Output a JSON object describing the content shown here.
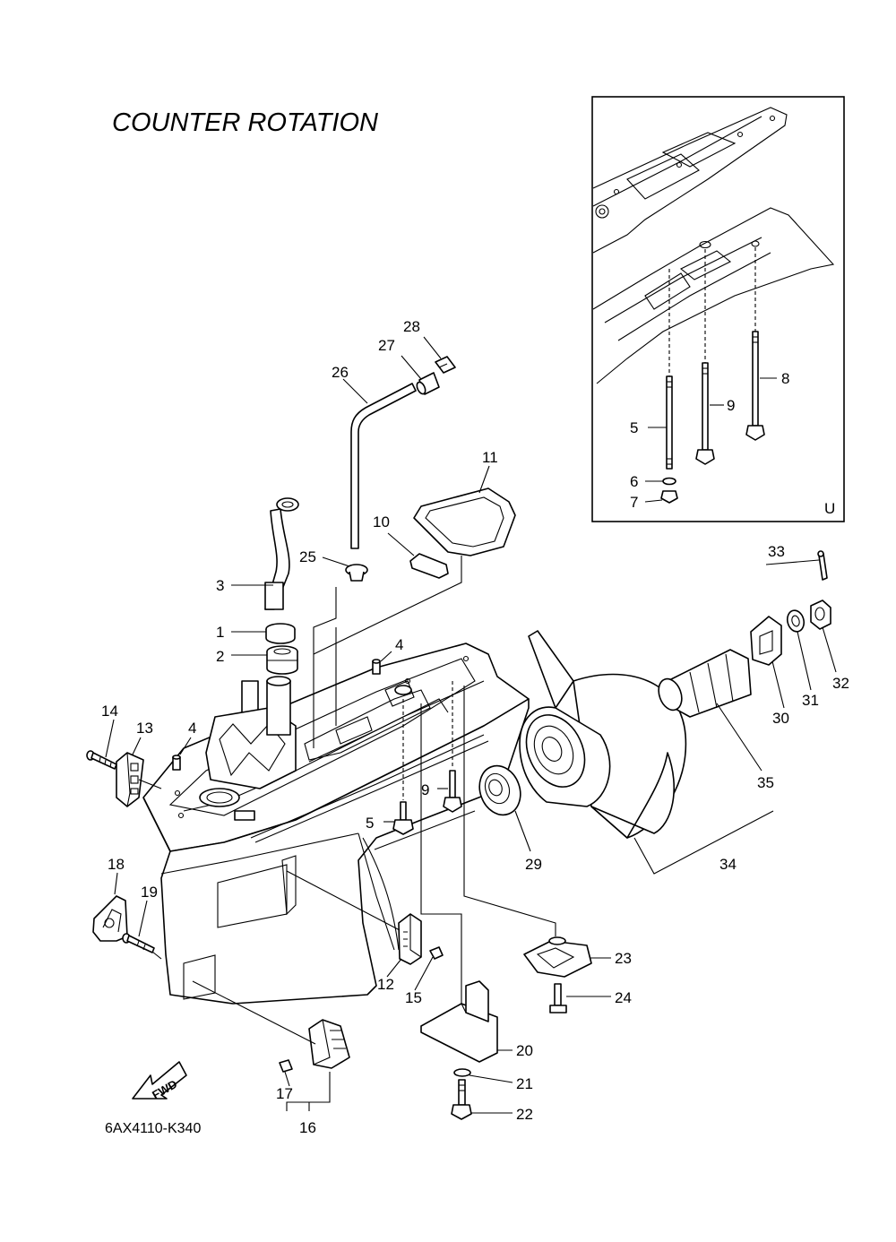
{
  "title": "COUNTER ROTATION",
  "drawing_code": "6AX4110-K340",
  "inset_letter": "U",
  "fwd_label": "FWD",
  "callouts": {
    "c1": "1",
    "c2": "2",
    "c3": "3",
    "c4a": "4",
    "c4b": "4",
    "c5": "5",
    "c5i": "5",
    "c6i": "6",
    "c7i": "7",
    "c8i": "8",
    "c9": "9",
    "c9i": "9",
    "c10": "10",
    "c11": "11",
    "c12": "12",
    "c13": "13",
    "c14": "14",
    "c15": "15",
    "c16": "16",
    "c17": "17",
    "c18": "18",
    "c19": "19",
    "c20": "20",
    "c21": "21",
    "c22": "22",
    "c23": "23",
    "c24": "24",
    "c25": "25",
    "c26": "26",
    "c27": "27",
    "c28": "28",
    "c29": "29",
    "c30": "30",
    "c31": "31",
    "c32": "32",
    "c33": "33",
    "c34": "34",
    "c35": "35"
  }
}
